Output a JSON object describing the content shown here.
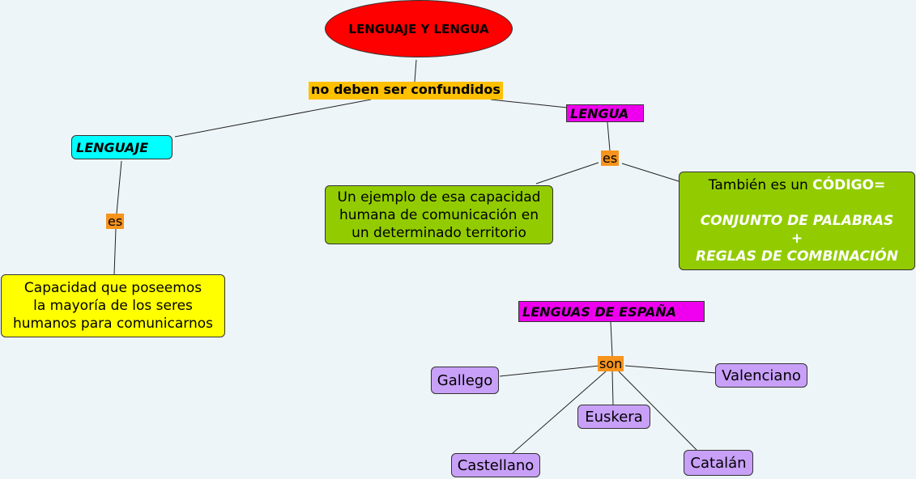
{
  "root": "LENGUAJE Y LENGUA",
  "link_main": "no deben ser confundidos",
  "lenguaje": {
    "label": "LENGUAJE",
    "link": "es",
    "definition": [
      "Capacidad que poseemos",
      "la mayoría de los seres",
      "humanos para comunicarnos"
    ]
  },
  "lengua": {
    "label": "LENGUA",
    "link": "es",
    "example": [
      "Un ejemplo de esa capacidad",
      "humana de comunicación en",
      "un determinado territorio"
    ],
    "code_intro": "También es un ",
    "code_word": "CÓDIGO=",
    "code_line1": "CONJUNTO DE PALABRAS",
    "code_plus": "+",
    "code_line2": "REGLAS DE COMBINACIÓN"
  },
  "spain": {
    "label": "LENGUAS DE ESPAÑA",
    "link": "son",
    "languages": [
      "Gallego",
      "Valenciano",
      "Euskera",
      "Castellano",
      "Catalán"
    ]
  },
  "colors": {
    "root": "#ff0000",
    "link_main": "#ffc000",
    "lenguaje": "#00ffff",
    "lengua": "#ee00ee",
    "link_tag": "#f7941d",
    "definition": "#ffff00",
    "green": "#92cc00",
    "language_box": "#c8a0f8"
  }
}
